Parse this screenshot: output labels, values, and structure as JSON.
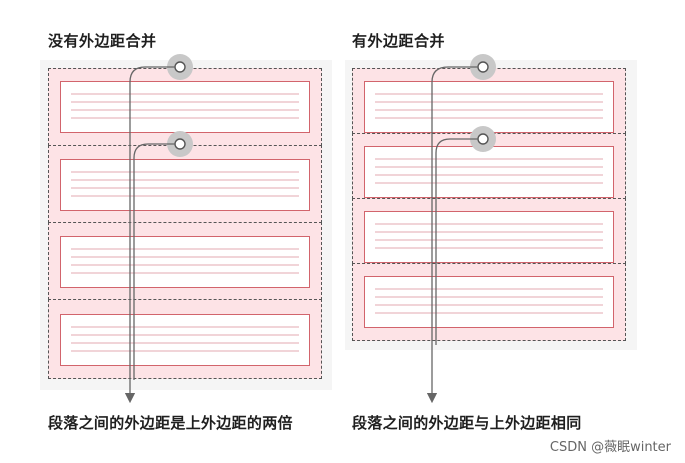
{
  "left": {
    "title": "没有外边距合并",
    "caption": "段落之间的外边距是上外边距的两倍"
  },
  "right": {
    "title": "有外边距合并",
    "caption": "段落之间的外边距与上外边距相同"
  },
  "watermark": "CSDN @薇眠winter",
  "colors": {
    "margin_fill": "#fde3e6",
    "paragraph_border": "#d2646c",
    "panel_bg": "#f5f5f5",
    "arrow": "#666666"
  }
}
